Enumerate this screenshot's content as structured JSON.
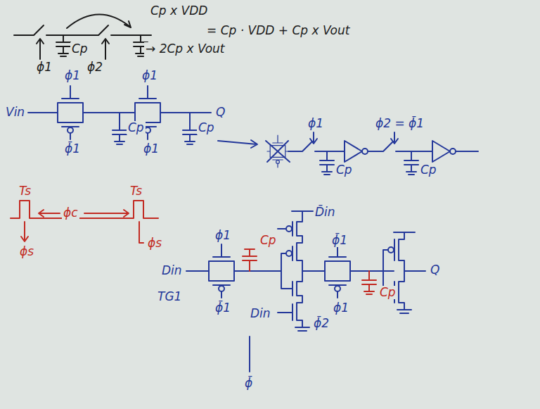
{
  "diagram": {
    "labels": [
      "ϕ1",
      "Cp",
      "ϕ2",
      "Cp x VDD",
      "= Cp · VDD + Cp x Vout",
      "→ 2Cp x Vout",
      "ϕ1",
      "ϕ1",
      "Vin",
      "Q",
      "ϕ̄1",
      "Cp",
      "ϕ1",
      "Cp",
      "ϕ1",
      "ϕ2 = ϕ̄1",
      "Cp",
      "Cp",
      "Ts",
      "Ts",
      "ϕc",
      "ϕs",
      "ϕs",
      "ϕ1",
      "Cp",
      "D̄in",
      "ϕ̄1",
      "Din",
      "TG1",
      "ϕ̄1",
      "Din",
      "ϕ̄2",
      "ϕ1",
      "Cp",
      "Q",
      "ϕ̄"
    ]
  }
}
